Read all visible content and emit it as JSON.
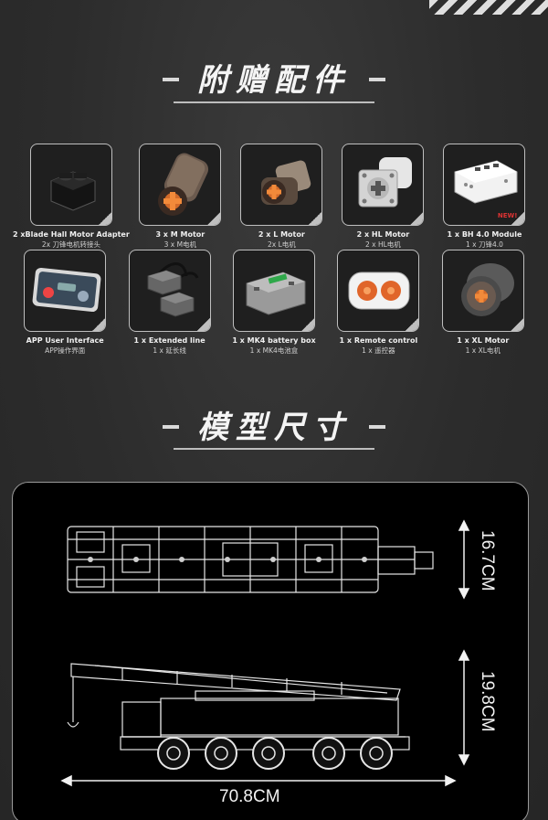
{
  "section1": {
    "title": "附赠配件"
  },
  "section2": {
    "title": "模型尺寸"
  },
  "accessories": [
    {
      "label": "2 xBlade Hall Motor Adapter",
      "sub": "2x 刀锋电机转接头",
      "icon": "motor-adapter-icon"
    },
    {
      "label": "3 x M Motor",
      "sub": "3 x M电机",
      "icon": "m-motor-icon"
    },
    {
      "label": "2 x L Motor",
      "sub": "2x L电机",
      "icon": "l-motor-icon"
    },
    {
      "label": "2 x HL  Motor",
      "sub": "2 x HL电机",
      "icon": "hl-motor-icon"
    },
    {
      "label": "1 x BH 4.0 Module",
      "sub": "1 x 刀锋4.0",
      "icon": "bh-module-icon",
      "badge": "NEW!"
    },
    {
      "label": "APP  User Interface",
      "sub": "APP操作界面",
      "icon": "app-interface-icon"
    },
    {
      "label": "1 x Extended line",
      "sub": "1 x 延长线",
      "icon": "extended-line-icon"
    },
    {
      "label": "1 x MK4 battery box",
      "sub": "1 x MK4电池盒",
      "icon": "battery-box-icon"
    },
    {
      "label": "1 x Remote control",
      "sub": "1 x 遥控器",
      "icon": "remote-control-icon"
    },
    {
      "label": "1 x XL Motor",
      "sub": "1 x XL电机",
      "icon": "xl-motor-icon"
    }
  ],
  "dimensions": {
    "width": "16.7CM",
    "height": "19.8CM",
    "length": "70.8CM"
  }
}
